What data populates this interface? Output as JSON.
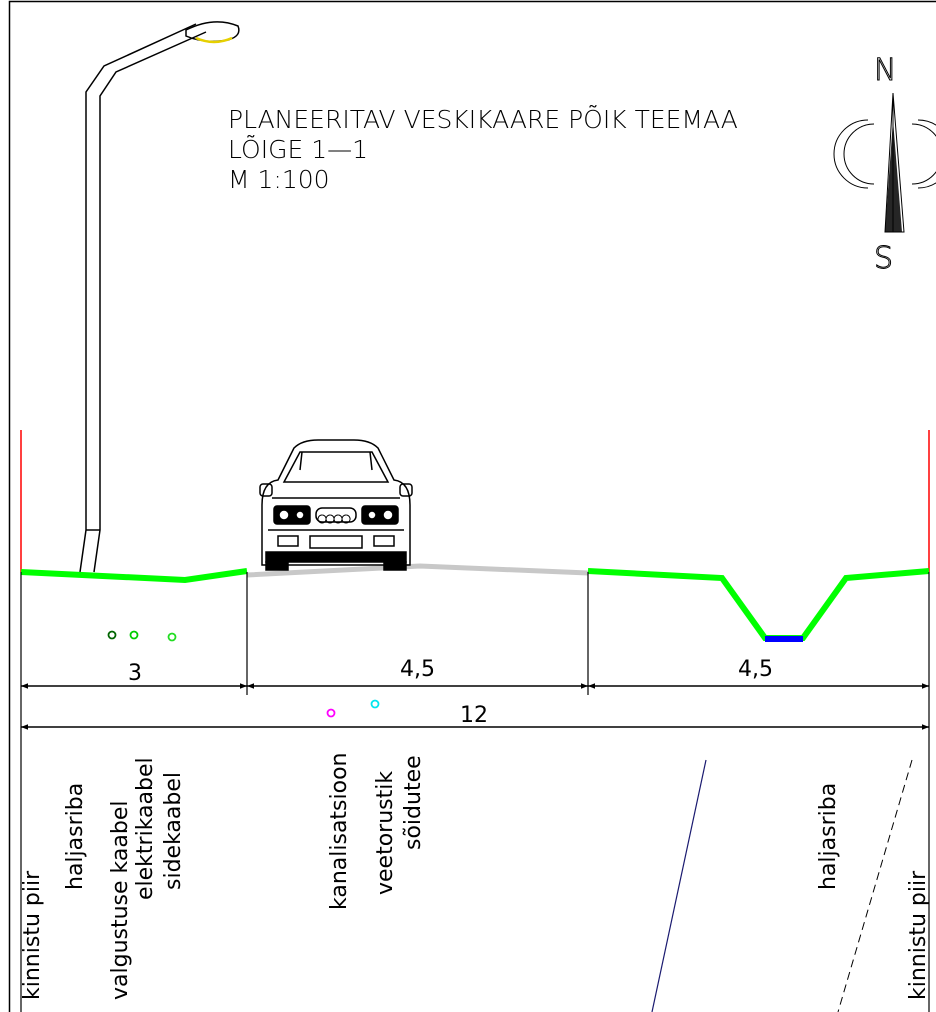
{
  "title": {
    "line1": "PLANEERITAV VESKIKAARE PÕIK TEEMAA",
    "line2": "LÕIGE 1—1",
    "line3": "M 1:100"
  },
  "compass": {
    "north": "N",
    "south": "S"
  },
  "dimensions": {
    "left_strip": "3",
    "carriageway": "4,5",
    "right_strip": "4,5",
    "total": "12"
  },
  "labels": {
    "left_boundary": "kinnistu piir",
    "left_green_strip": "haljasriba",
    "lighting_cable": "valgustuse kaabel",
    "electric_cable": "elektrikaabel",
    "communication_cable": "sidekaabel",
    "sewerage": "kanalisatsioon",
    "water_pipe": "veetorustik",
    "carriageway": "sõidutee",
    "right_green_strip": "haljasriba",
    "right_boundary": "kinnistu piir"
  },
  "colors": {
    "green_strip": "#00ff00",
    "road_surface": "#c8c8c8",
    "boundary": "#ff0000",
    "ditch_bottom": "#0000ff",
    "lighting_cable": "#006400",
    "electric_cable": "#00cc00",
    "communication_cable": "#22dd22",
    "sewerage": "#ff00ff",
    "water_pipe": "#00e5ee",
    "lamp_light": "#e6d000"
  }
}
